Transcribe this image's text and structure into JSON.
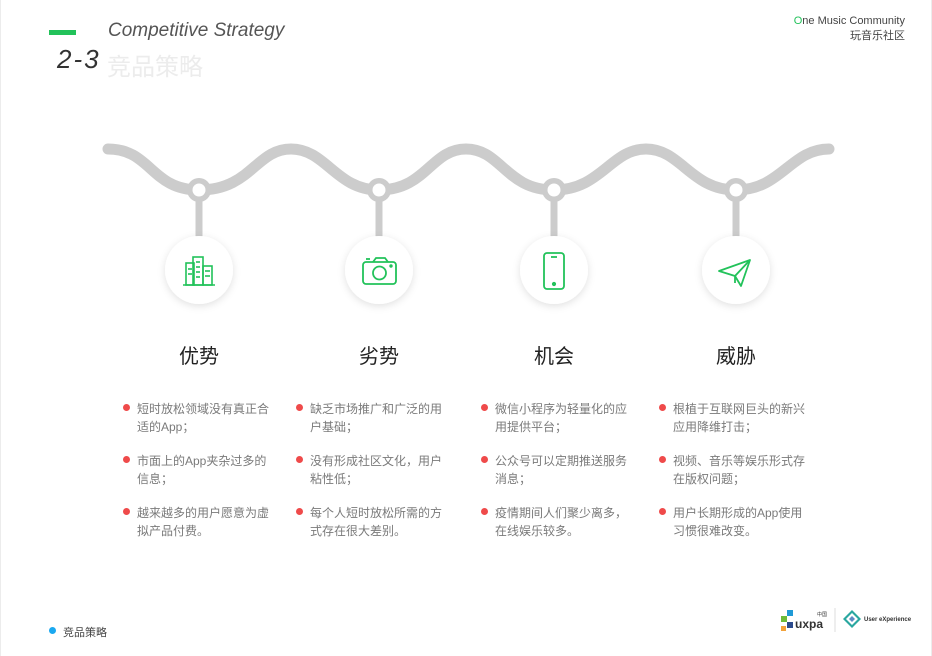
{
  "header": {
    "subtitle_en": "Competitive Strategy",
    "section_number": "2-3",
    "title_cn": "竞品策略"
  },
  "brand": {
    "o": "O",
    "rest": "ne Music Community",
    "cn": "玩音乐社区"
  },
  "columns": [
    {
      "icon": "building-icon",
      "title": "优势",
      "bullets": [
        "短时放松领域没有真正合适的App；",
        "市面上的App夹杂过多的信息；",
        "越来越多的用户愿意为虚拟产品付费。"
      ]
    },
    {
      "icon": "camera-icon",
      "title": "劣势",
      "bullets": [
        "缺乏市场推广和广泛的用户基础；",
        "没有形成社区文化，用户粘性低；",
        "每个人短时放松所需的方式存在很大差别。"
      ]
    },
    {
      "icon": "phone-icon",
      "title": "机会",
      "bullets": [
        "微信小程序为轻量化的应用提供平台；",
        "公众号可以定期推送服务消息；",
        "疫情期间人们聚少离多，在线娱乐较多。"
      ]
    },
    {
      "icon": "paper-plane-icon",
      "title": "威胁",
      "bullets": [
        "根植于互联网巨头的新兴应用降维打击；",
        "视频、音乐等娱乐形式存在版权问题；",
        "用户长期形成的App使用习惯很难改变。"
      ]
    }
  ],
  "footer": {
    "label": "竞品策略",
    "logo1": "uxpa",
    "logo1_small": "中国",
    "logo2": "User eXperience"
  },
  "colors": {
    "accent": "#22c25a",
    "bullet_dot": "#ef4a4a",
    "footer_dot": "#1aa8f0",
    "wave": "#cccccc"
  }
}
